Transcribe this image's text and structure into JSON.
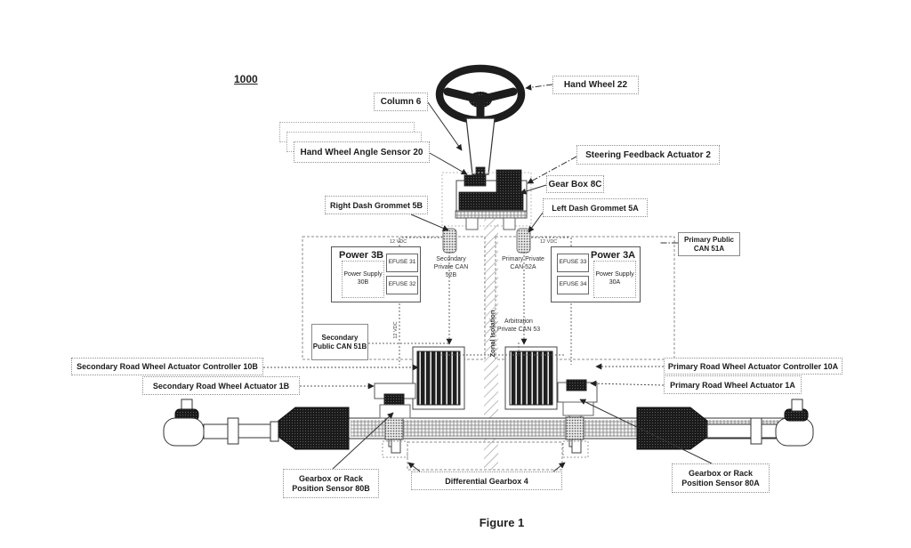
{
  "figure": {
    "reference_number": "1000",
    "caption": "Figure 1"
  },
  "callouts": {
    "hand_wheel": "Hand Wheel 22",
    "column": "Column 6",
    "hand_wheel_angle_sensor": "Hand Wheel Angle Sensor 20",
    "steering_feedback_actuator": "Steering Feedback Actuator 2",
    "gear_box": "Gear Box 8C",
    "left_dash_grommet": "Left Dash Grommet 5A",
    "right_dash_grommet": "Right Dash Grommet 5B",
    "primary_public_can": "Primary Public CAN 51A",
    "secondary_public_can": "Secondary Public CAN 51B",
    "secondary_rwa_controller": "Secondary Road Wheel Actuator Controller 10B",
    "secondary_rwa": "Secondary Road Wheel Actuator 1B",
    "primary_rwa_controller": "Primary Road Wheel Actuator Controller 10A",
    "primary_rwa": "Primary Road Wheel Actuator 1A",
    "gearbox_rack_sensor_b": "Gearbox or Rack Position Sensor 80B",
    "differential_gearbox": "Differential Gearbox 4",
    "gearbox_rack_sensor_a": "Gearbox or Rack Position Sensor 80A"
  },
  "power_secondary": {
    "title": "Power 3B",
    "supply": "Power Supply 30B",
    "efuse_top": "EFUSE 31",
    "efuse_bottom": "EFUSE 32"
  },
  "power_primary": {
    "title": "Power 3A",
    "supply": "Power Supply 30A",
    "efuse_top": "EFUSE 33",
    "efuse_bottom": "EFUSE 34"
  },
  "can_labels": {
    "secondary_private": "Secondary Private CAN 52B",
    "primary_private": "Primary Private CAN 52A",
    "arbitration_private": "Arbitration Private CAN 53",
    "zonal_isolation": "Zonal Isolation",
    "supply_voltage": "12 VDC"
  },
  "colors": {
    "ink": "#222222",
    "callout_border": "#999999",
    "background": "#ffffff"
  }
}
